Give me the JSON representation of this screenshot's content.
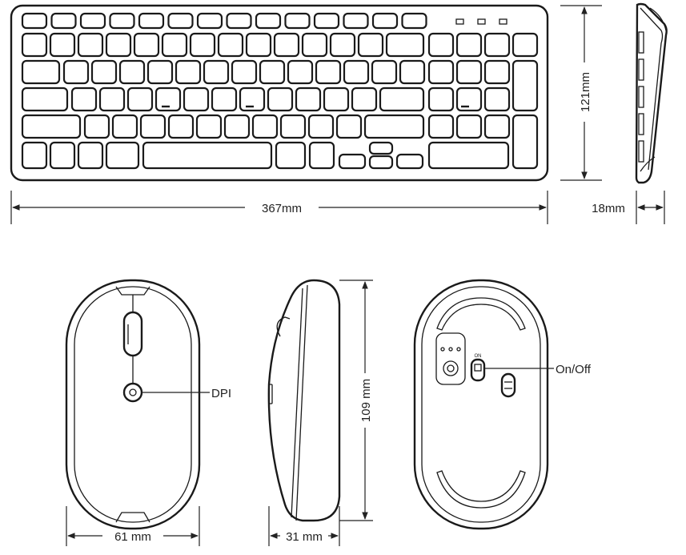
{
  "diagram": {
    "stroke_color": "#1a1a1a",
    "background": "#ffffff",
    "keyboard": {
      "width_label": "367mm",
      "height_label": "121mm",
      "depth_label": "18mm",
      "indicator_count": 3
    },
    "mouse": {
      "width_label": "61 mm",
      "depth_label": "31 mm",
      "length_label": "109 mm",
      "dpi_label": "DPI",
      "switch_label": "On/Off",
      "switch_marking": "ON"
    }
  }
}
